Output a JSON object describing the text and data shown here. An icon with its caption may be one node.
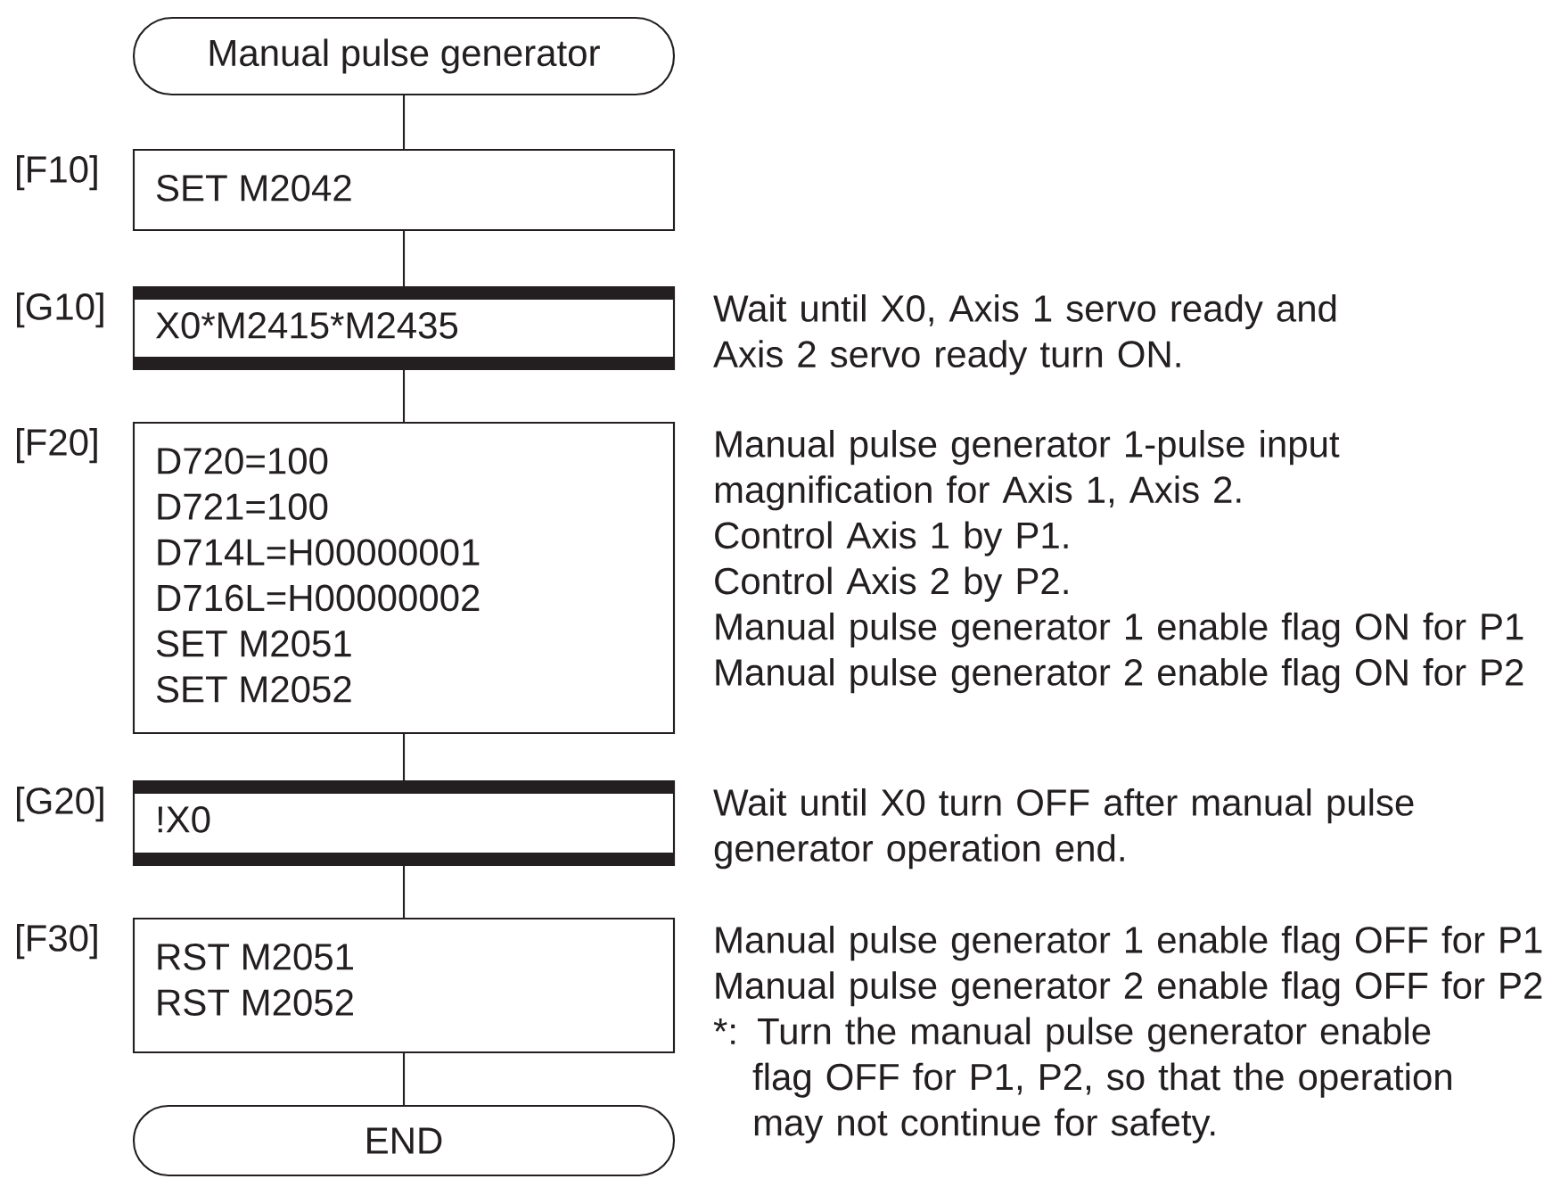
{
  "diagram": {
    "nodes": [
      {
        "text": [
          "Manual pulse generator"
        ]
      },
      {
        "text": [
          "SET M2042"
        ],
        "beside": [
          "[F10]"
        ]
      },
      {
        "text": [
          "X0*M2415*M2435"
        ],
        "beside": [
          "[G10]",
          "Wait until X0, Axis 1 servo ready and Axis 2 servo ready turn ON."
        ]
      },
      {
        "text": [
          "D720=100",
          "D721=100",
          "D714L=H00000001",
          "D716L=H00000002",
          "SET M2051",
          "SET M2052"
        ],
        "beside": [
          "[F20]",
          "Manual pulse generator 1-pulse input magnification for Axis 1, Axis 2.",
          "Control Axis 1 by P1.",
          "Control Axis 2 by P2.",
          "Manual pulse generator 1 enable flag ON for P1",
          "Manual pulse generator 2 enable flag ON for P2"
        ]
      },
      {
        "text": [
          "!X0"
        ],
        "beside": [
          "[G20]",
          "Wait until X0 turn OFF after manual pulse generator operation end."
        ]
      },
      {
        "text": [
          "RST M2051",
          "RST M2052"
        ],
        "beside": [
          "[F30]",
          "Manual pulse generator 1 enable flag OFF for P1",
          "Manual pulse generator 2 enable flag OFF for P2",
          "*: Turn the manual pulse generator enable flag OFF for P1, P2, so that the operation may not continue for safety."
        ]
      },
      {
        "text": [
          "END"
        ]
      }
    ],
    "edges": [
      {
        "from": 0,
        "to": 1,
        "arrow": "none"
      },
      {
        "from": 1,
        "to": 2,
        "arrow": "none"
      },
      {
        "from": 2,
        "to": 3,
        "arrow": "none"
      },
      {
        "from": 3,
        "to": 4,
        "arrow": "none"
      },
      {
        "from": 4,
        "to": 5,
        "arrow": "none"
      },
      {
        "from": 5,
        "to": 6,
        "arrow": "none"
      }
    ]
  }
}
